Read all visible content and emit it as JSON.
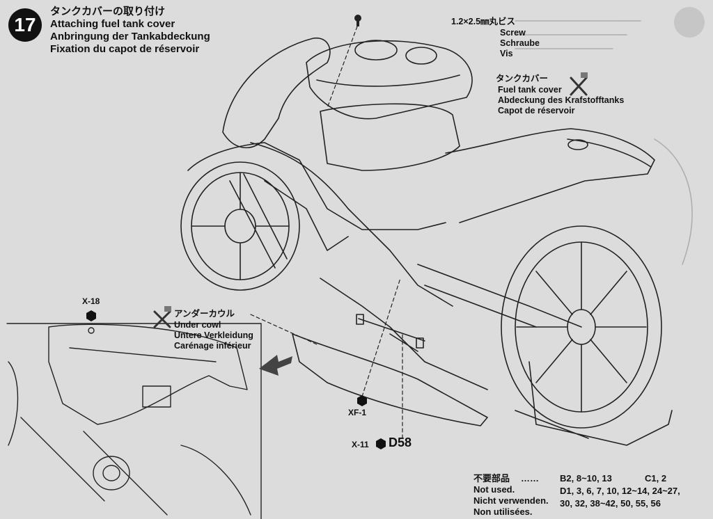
{
  "step": {
    "number": "17",
    "title_jp": "タンクカバーの取り付け",
    "title_en": "Attaching fuel tank cover",
    "title_de": "Anbringung der Tankabdeckung",
    "title_fr": "Fixation du capot de réservoir"
  },
  "screw": {
    "spec": "1.2×2.5㎜丸ビス",
    "en": "Screw",
    "de": "Schraube",
    "fr": "Vis"
  },
  "tank_cover": {
    "jp": "タンクカバー",
    "en": "Fuel tank cover",
    "de": "Abdeckung des Krafstofftanks",
    "fr": "Capot de réservoir"
  },
  "under_cowl": {
    "jp": "アンダーカウル",
    "en": "Under cowl",
    "de": "Untere Verkleidung",
    "fr": "Carénage inférieur"
  },
  "part_tags": {
    "x18": "X-18",
    "xf1": "XF-1",
    "x11": "X-11",
    "d58": "D58"
  },
  "not_used": {
    "jp": "不要部品",
    "dots": "……",
    "en": "Not used.",
    "de": "Nicht verwenden.",
    "fr": "Non utilisées.",
    "parts_line1_a": "B2, 8~10, 13",
    "parts_line1_b": "C1, 2",
    "parts_line2": "D1, 3, 6, 7, 10, 12~14, 24~27,",
    "parts_line3": "30, 32, 38~42, 50, 55, 56"
  },
  "icons": [
    "no-paint-icon",
    "hex-nut-icon",
    "arrow-icon",
    "step-badge"
  ]
}
